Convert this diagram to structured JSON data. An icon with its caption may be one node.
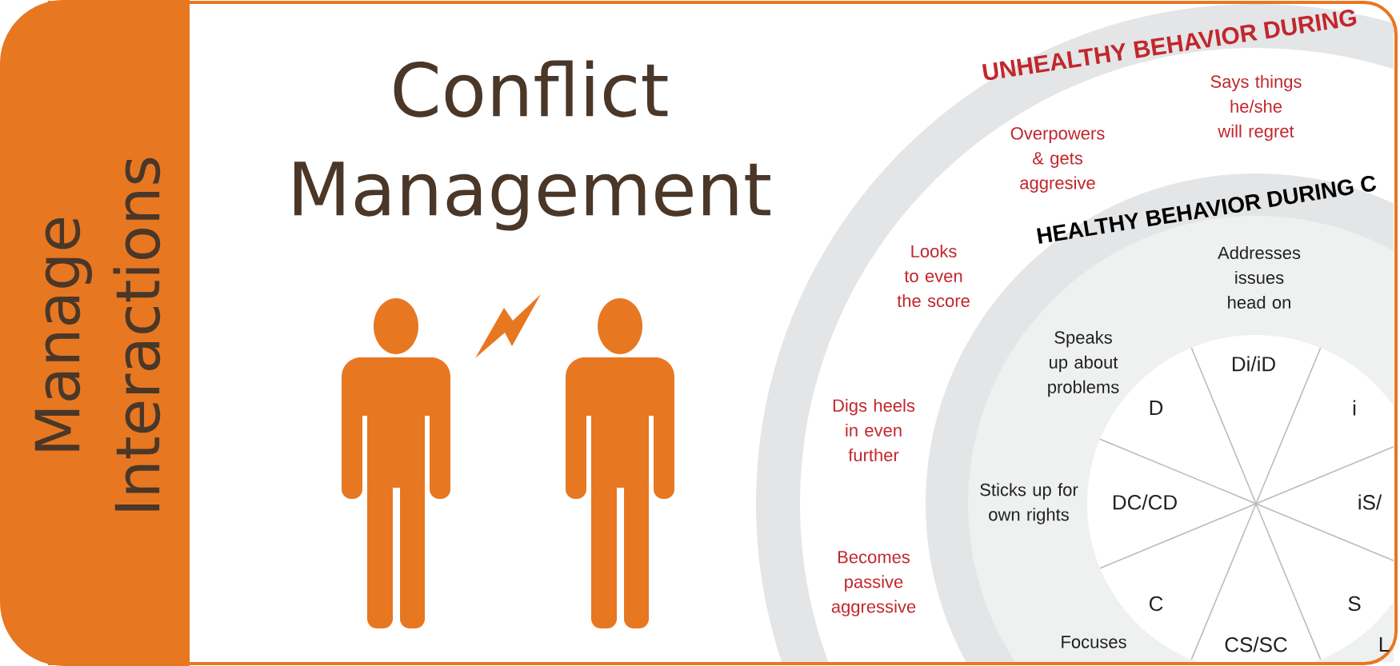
{
  "diagram": {
    "title": "Conflict Management",
    "labels": [
      "Manage Interactions",
      "UNHEALTHY BEHAVIOR DURING",
      "Says things he/she will regret",
      "Overpowers & gets aggresive",
      "HEALTHY BEHAVIOR DURING C",
      "Looks to even the score",
      "Addresses issues head on",
      "Speaks up about problems",
      "Di/iD",
      "D",
      "i",
      "Digs heels in even further",
      "Sticks up for own rights",
      "DC/CD",
      "iS/",
      "Becomes passive aggressive",
      "C",
      "S",
      "Focuses",
      "CS/SC",
      "L"
    ]
  }
}
